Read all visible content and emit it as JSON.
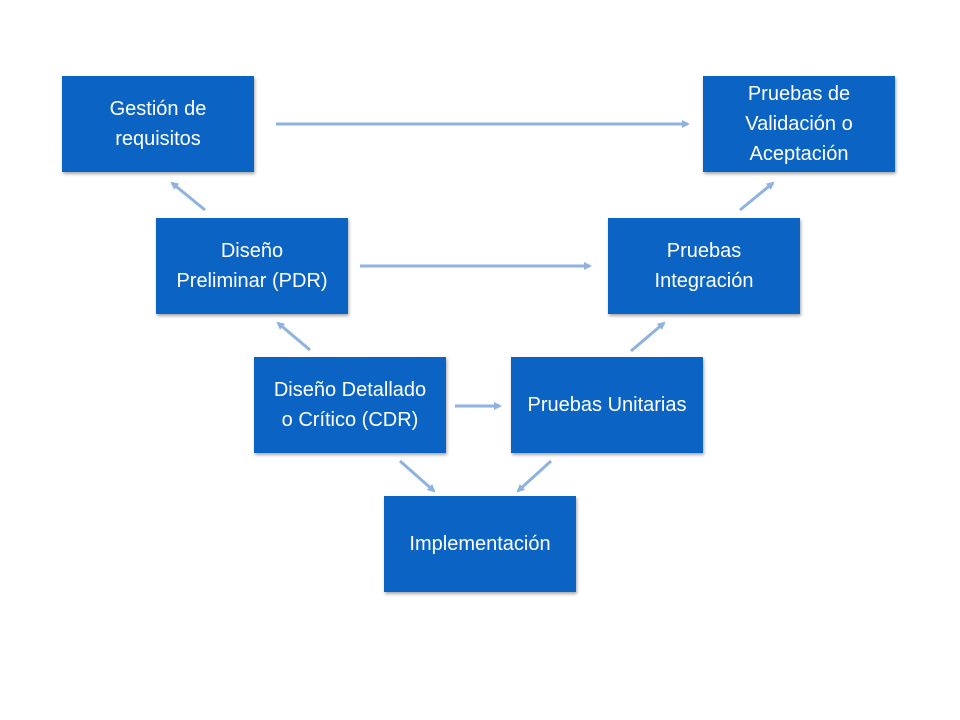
{
  "diagram": {
    "boxes": {
      "gestion": {
        "line1": "Gestión de",
        "line2": "requisitos"
      },
      "pruebas_validacion": {
        "line1": "Pruebas de",
        "line2": "Validación o",
        "line3": "Aceptación"
      },
      "diseno_preliminar": {
        "line1": "Diseño",
        "line2": "Preliminar (PDR)"
      },
      "pruebas_integracion": {
        "line1": "Pruebas",
        "line2": "Integración"
      },
      "diseno_detallado": {
        "line1": "Diseño Detallado",
        "line2": "o Crítico (CDR)"
      },
      "pruebas_unitarias": {
        "line1": "Pruebas Unitarias"
      },
      "implementacion": {
        "line1": "Implementación"
      }
    },
    "colors": {
      "box_fill": "#0b63c4",
      "box_text": "#ffffff",
      "arrow": "#8fb2de"
    },
    "connections": [
      {
        "from": "gestion",
        "to": "pruebas_validacion"
      },
      {
        "from": "diseno_preliminar",
        "to": "pruebas_integracion"
      },
      {
        "from": "diseno_detallado",
        "to": "pruebas_unitarias"
      },
      {
        "from": "diseno_preliminar",
        "to": "gestion"
      },
      {
        "from": "diseno_detallado",
        "to": "diseno_preliminar"
      },
      {
        "from": "diseno_detallado",
        "to": "implementacion"
      },
      {
        "from": "pruebas_unitarias",
        "to": "implementacion"
      },
      {
        "from": "pruebas_unitarias",
        "to": "pruebas_integracion"
      },
      {
        "from": "pruebas_integracion",
        "to": "pruebas_validacion"
      }
    ]
  }
}
